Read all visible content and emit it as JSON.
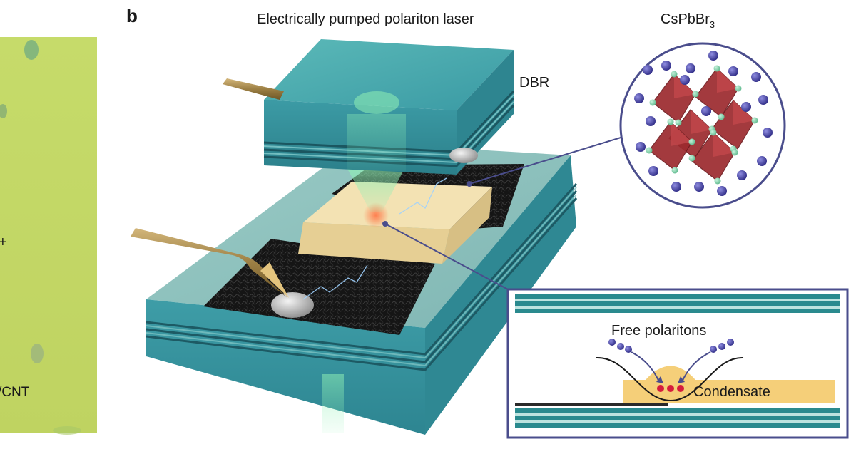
{
  "left_panel": {
    "partial_plus": "+",
    "partial_label": "/CNT",
    "background_color": "#c9dc6c"
  },
  "panel_b": {
    "panel_letter": "b",
    "title": "Electrically pumped polariton laser",
    "labels": {
      "dbr": "DBR",
      "crystal_formula_main": "CsPbBr",
      "crystal_formula_sub": "3",
      "free_polaritons": "Free polaritons",
      "condensate": "Condensate"
    },
    "colors": {
      "teal": "#3f9ea6",
      "teal_dark": "#2a7f86",
      "substrate_top": "#8fc2bf",
      "perovskite": "#f1dfae",
      "condensate_fill": "#f5cf79",
      "polariton_dot": "#3d3a93",
      "condensate_dot": "#d61c3c",
      "inset_border": "#4a4d8c",
      "probe_gold": "#a3874a",
      "octahedron_red": "#9c2a2e",
      "halide_green": "#7fd3a6"
    }
  }
}
